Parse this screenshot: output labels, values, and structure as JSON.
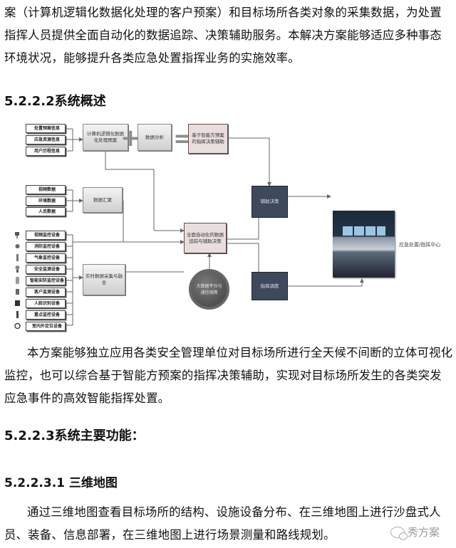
{
  "intro_paragraph": "案（计算机逻辑化数据化处理的客户预案）和目标场所各类对象的采集数据，为处置指挥人员提供全面自动化的数据追踪、决策辅助服务。本解决方案能够适应多种事态环境状况，能够提升各类应急处置指挥业务的实施效率。",
  "section_overview": "5.2.2.2系统概述",
  "diagram": {
    "inputs_group_1": [
      "处置预案信息",
      "应急资源信息",
      "用户历程信息"
    ],
    "inputs_group_2": [
      "视频数据",
      "环境数据",
      "人员数据"
    ],
    "inputs_group_3": [
      "视频监控设备",
      "消防监控设备",
      "气象监控设备",
      "安全监测设备",
      "智能安防监控设备",
      "客户监测设备",
      "人脸识别设备",
      "重点监控设备",
      "室内外定位设备"
    ],
    "process_1": "计算机逻辑化数据化处理预案",
    "process_2": "数据汇聚",
    "process_3": "实时数据采集与融合",
    "plus_symbol": "+",
    "process_4": "数据分析",
    "equals_symbol": "=",
    "result": "基于智能方预案的指挥决策辅助",
    "core": "全面自动化的数据追踪与辅助决策",
    "cloud": "大数据平台与通信保障",
    "decision_1": "辅助决策",
    "decision_2": "指挥调度",
    "output_label": "应急处置/指挥中心",
    "colors": {
      "accent_pink": "#e8dede",
      "navy": "#3e4a5c"
    }
  },
  "paragraph_2": "本方案能够独立应用各类安全管理单位对目标场所进行全天候不间断的立体可视化监控，也可以综合基于智能方预案的指挥决策辅助，实现对目标场所发生的各类突发应急事件的高效智能指挥处置。",
  "section_functions": "5.2.2.3系统主要功能：",
  "section_3d": "5.2.2.3.1 三维地图",
  "paragraph_3": "通过三维地图查看目标场所的结构、设施设备分布、在三维地图上进行沙盘式人员、装备、信息部署，在三维地图上进行场景测量和路线规划。",
  "watermark": "秀方案"
}
